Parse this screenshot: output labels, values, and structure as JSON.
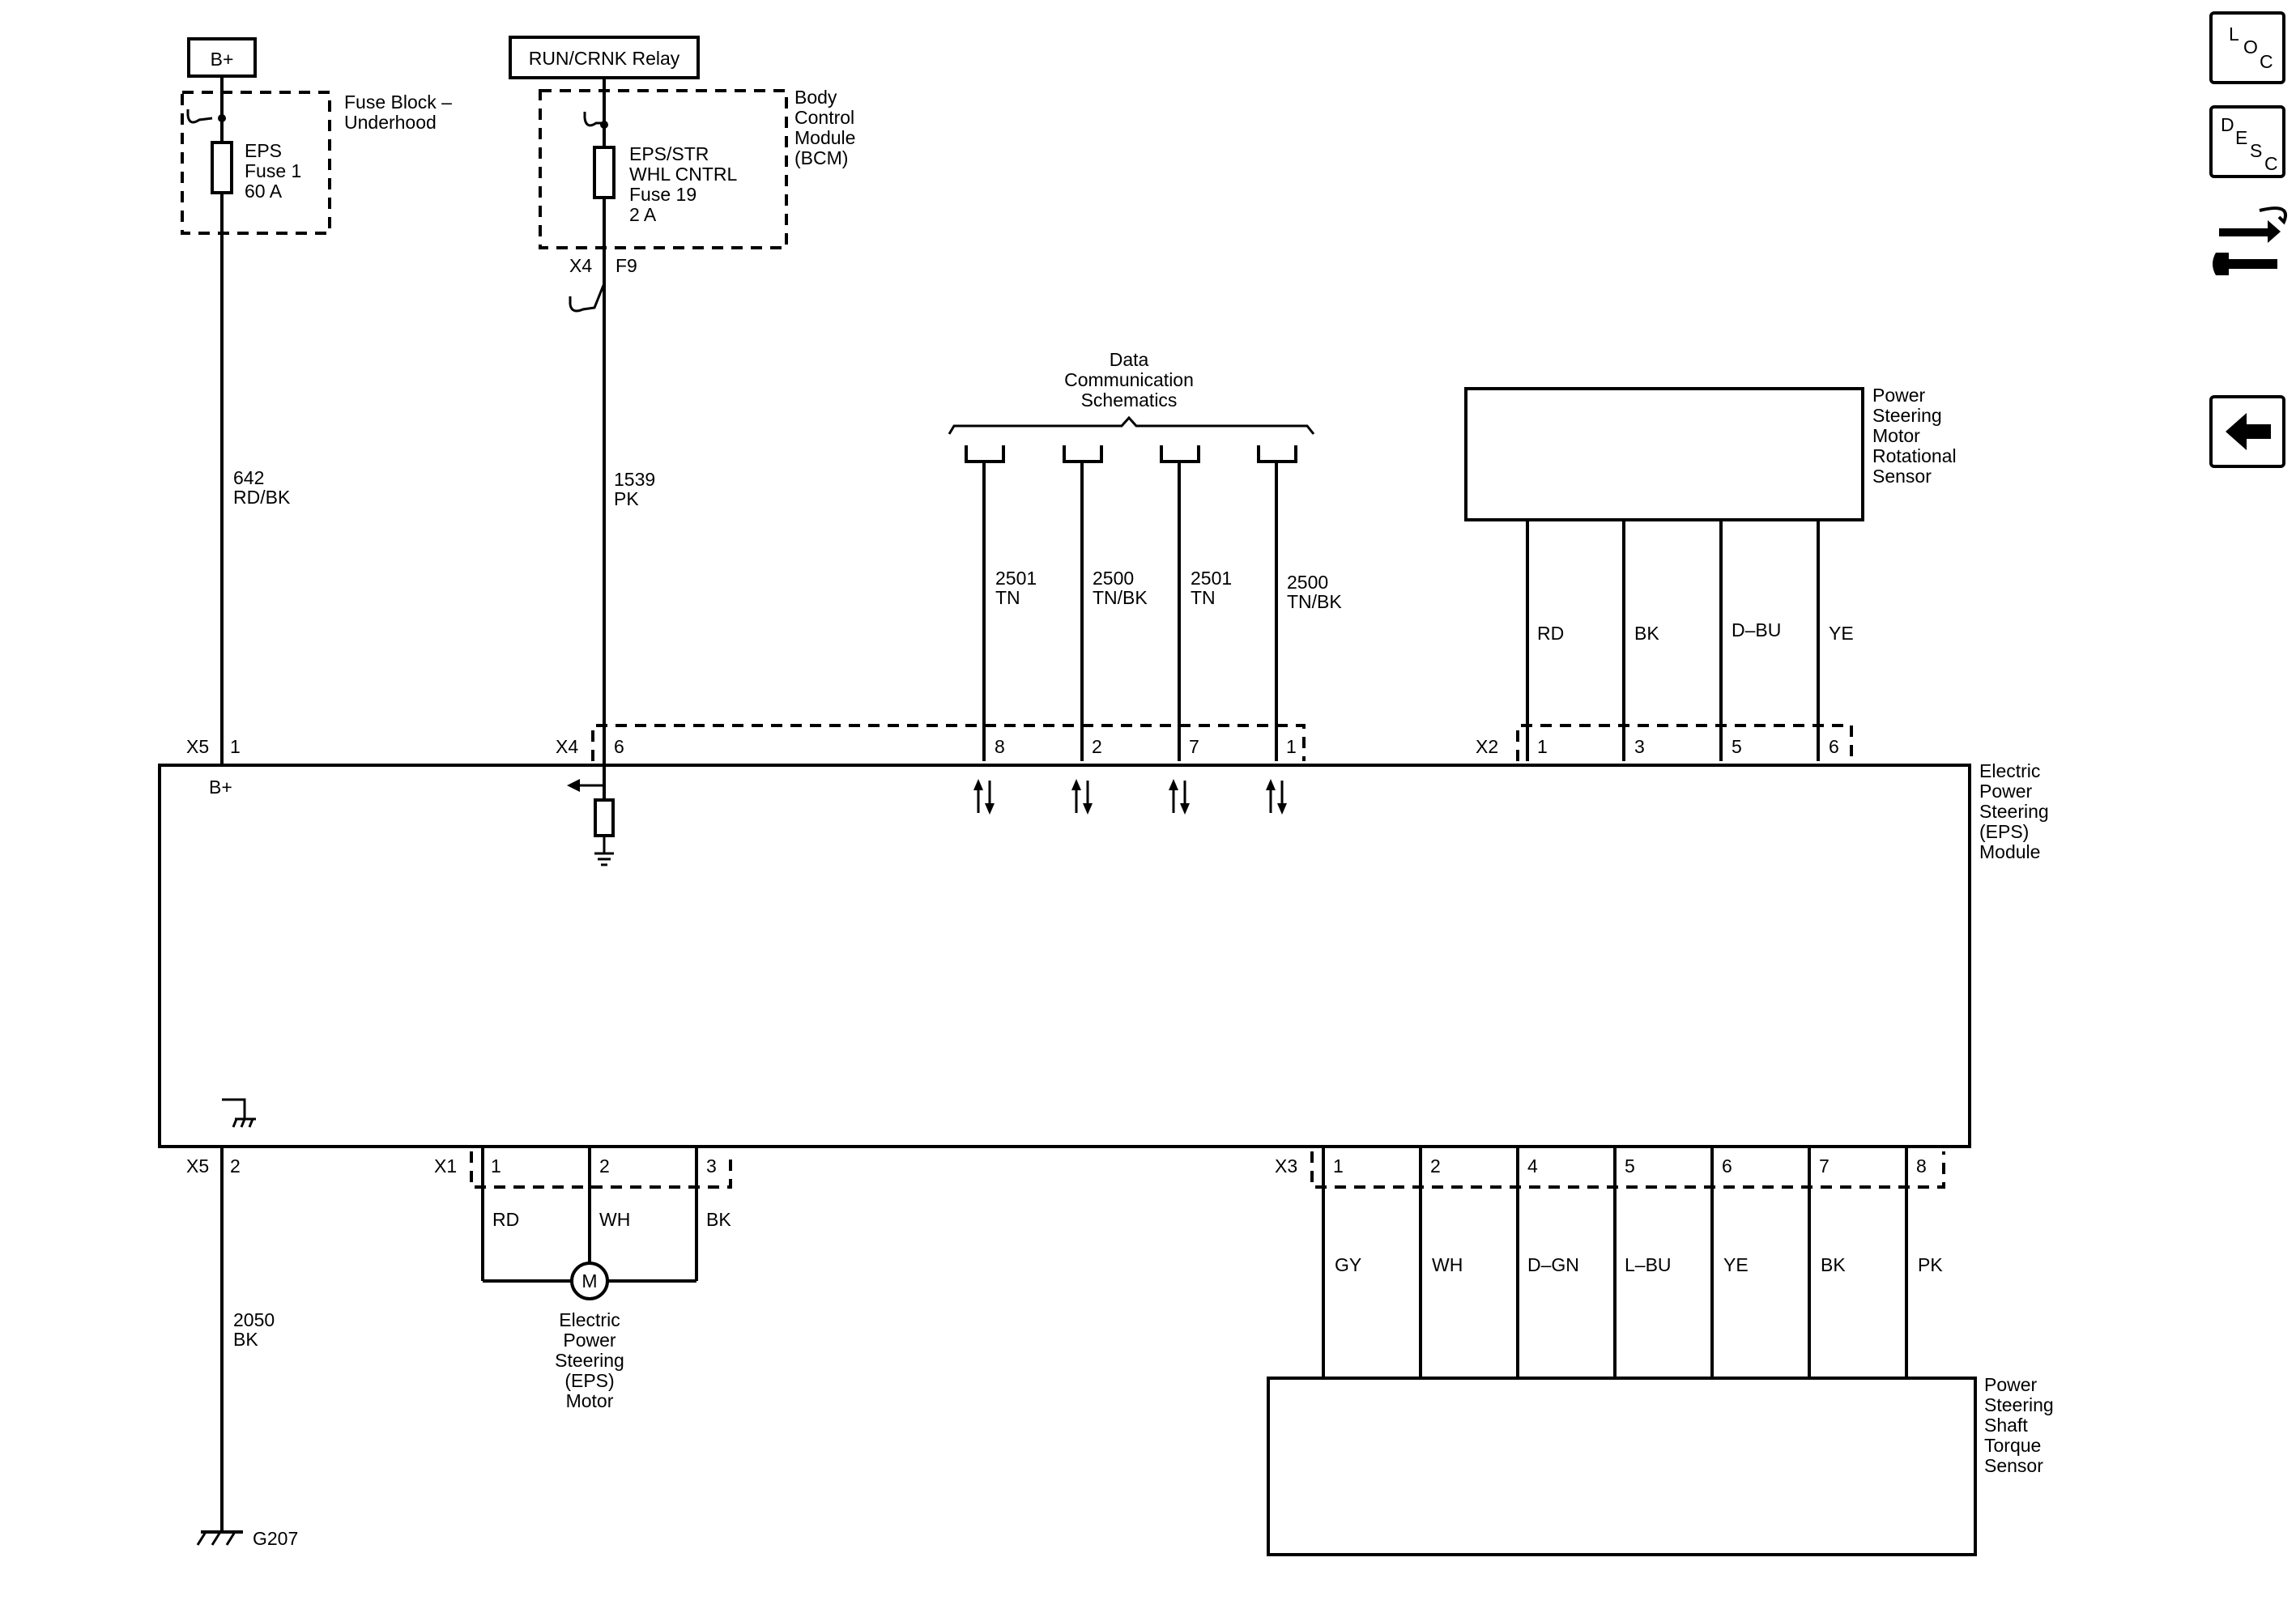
{
  "power": {
    "bplus_label": "B+",
    "run_crnk_label": "RUN/CRNK Relay",
    "fuse_block": [
      "Fuse Block –",
      "Underhood"
    ],
    "eps_fuse": [
      "EPS",
      "Fuse 1",
      "60 A"
    ],
    "bcm_label": [
      "Body",
      "Control",
      "Module",
      "(BCM)"
    ],
    "bcm_fuse": [
      "EPS/STR",
      "WHL CNTRL",
      "Fuse 19",
      "2 A"
    ],
    "bcm_conn": "X4",
    "bcm_pin": "F9"
  },
  "wires": {
    "w642": [
      "642",
      "RD/BK"
    ],
    "w1539": [
      "1539",
      "PK"
    ],
    "w2050": [
      "2050",
      "BK"
    ]
  },
  "data_comm": {
    "title": [
      "Data",
      "Communication",
      "Schematics"
    ],
    "wires": [
      [
        "2501",
        "TN"
      ],
      [
        "2500",
        "TN/BK"
      ],
      [
        "2501",
        "TN"
      ],
      [
        "2500",
        "TN/BK"
      ]
    ],
    "pins": [
      "8",
      "2",
      "7",
      "1"
    ]
  },
  "eps_module": {
    "label": [
      "Electric",
      "Power",
      "Steering",
      "(EPS)",
      "Module"
    ],
    "bplus": "B+",
    "x5": "X5",
    "x4": "X4",
    "x2": "X2",
    "x1": "X1",
    "x3": "X3",
    "pin_x5_top": "1",
    "pin_x4": "6",
    "pin_x5_bottom": "2"
  },
  "rotational_sensor": {
    "label": [
      "Power",
      "Steering",
      "Motor",
      "Rotational",
      "Sensor"
    ],
    "colors": [
      "RD",
      "BK",
      "D–BU",
      "YE"
    ],
    "pins": [
      "1",
      "3",
      "5",
      "6"
    ]
  },
  "motor": {
    "label": [
      "Electric",
      "Power",
      "Steering",
      "(EPS)",
      "Motor"
    ],
    "symbol": "M",
    "colors": [
      "RD",
      "WH",
      "BK"
    ],
    "pins": [
      "1",
      "2",
      "3"
    ]
  },
  "torque_sensor": {
    "label": [
      "Power",
      "Steering",
      "Shaft",
      "Torque",
      "Sensor"
    ],
    "colors": [
      "GY",
      "WH",
      "D–GN",
      "L–BU",
      "YE",
      "BK",
      "PK"
    ],
    "pins": [
      "1",
      "2",
      "4",
      "5",
      "6",
      "7",
      "8"
    ]
  },
  "ground": {
    "label": "G207"
  },
  "nav": {
    "loc": [
      "L",
      "O",
      "C"
    ],
    "desc": [
      "D",
      "E",
      "S",
      "C"
    ]
  }
}
